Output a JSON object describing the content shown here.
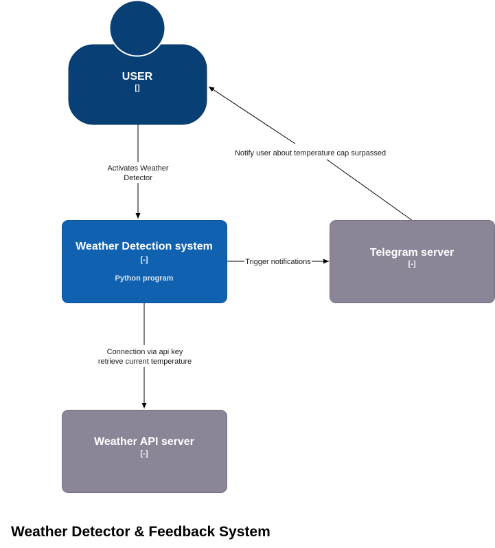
{
  "title": "Weather Detector & Feedback System",
  "colors": {
    "person": "#083f75",
    "person_stroke": "#073763",
    "system": "#1061b0",
    "system_stroke": "#0d5296",
    "external": "#8c8497",
    "external_stroke": "#736b7e",
    "edge": "#000000"
  },
  "nodes": {
    "user": {
      "title": "USER",
      "tag": "[]"
    },
    "weather_detection": {
      "title": "Weather Detection system",
      "tag": "[-]",
      "description": "Python program"
    },
    "telegram": {
      "title": "Telegram server",
      "tag": "[-]"
    },
    "weather_api": {
      "title": "Weather API server",
      "tag": "[-]"
    }
  },
  "edges": {
    "user_to_detection": {
      "label_line1": "Activates Weather",
      "label_line2": "Detector"
    },
    "detection_to_telegram": {
      "label": "Trigger notifications"
    },
    "telegram_to_user": {
      "label": "Notify user about temperature cap surpassed"
    },
    "detection_to_api": {
      "label_line1": "Connection via api key",
      "label_line2": "retrieve current temperature"
    }
  }
}
